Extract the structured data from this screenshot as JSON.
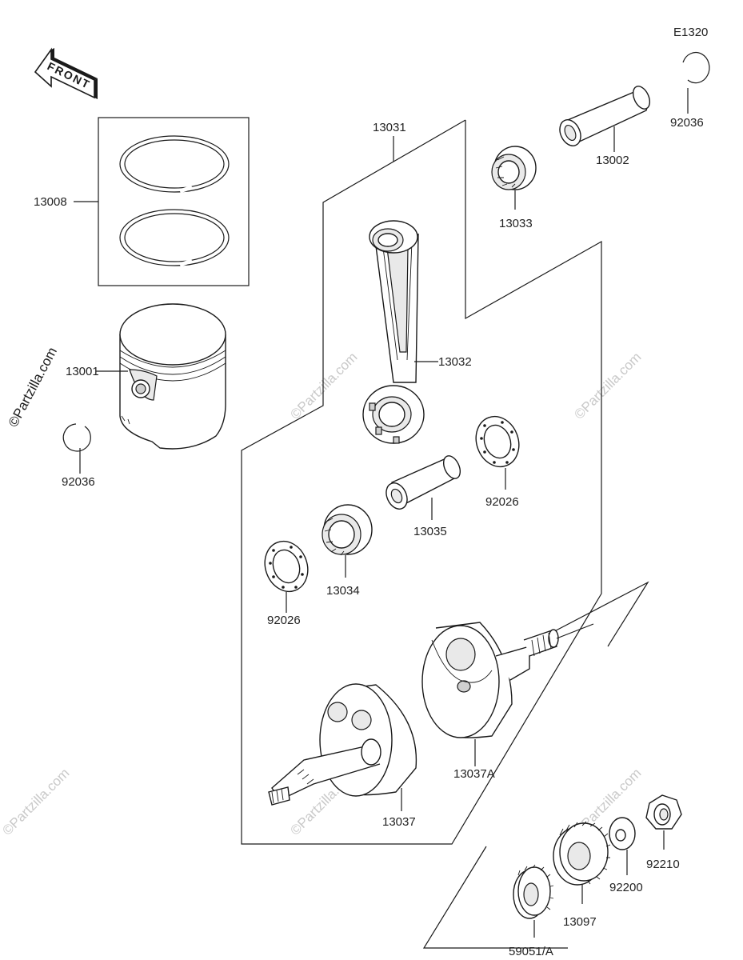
{
  "diagram_code": "E1320",
  "front_label": "FRONT",
  "brand_watermark": "©Partzilla.com",
  "parts": {
    "rings": "13008",
    "piston": "13001",
    "clip_left": "92036",
    "clip_right": "92036",
    "piston_pin": "13002",
    "small_end_bearing": "13033",
    "crankshaft_assy": "13031",
    "connecting_rod": "13032",
    "washer_right": "92026",
    "crank_pin": "13035",
    "big_end_bearing": "13034",
    "washer_left": "92026",
    "flywheel_right": "13037A",
    "flywheel_left": "13037",
    "nut": "92210",
    "plain_washer": "92200",
    "gear_large": "13097",
    "gear_small": "59051/A"
  },
  "colors": {
    "line": "#1a1a1a",
    "watermark": "#c9c9c9"
  }
}
